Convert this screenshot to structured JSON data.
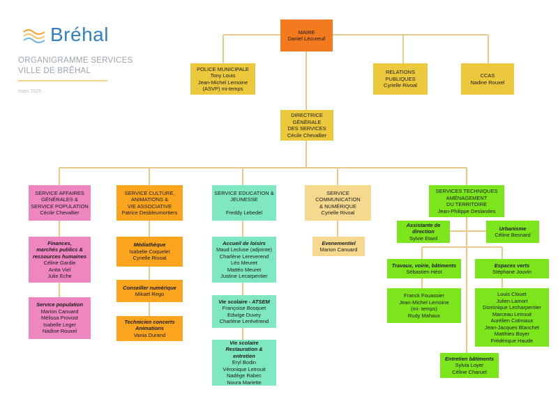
{
  "logo": {
    "text": "Bréhal",
    "icon": "waves-logo-icon"
  },
  "header": {
    "title_line1": "ORGANIGRAMME SERVICES",
    "title_line2": "VILLE DE BRÊHAL",
    "date": "mars 2025"
  },
  "colors": {
    "connector": "#e9c98a",
    "maire": "#f47a20",
    "direction": "#ecc83c",
    "service_population": "#ee86c0",
    "service_culture": "#fba51e",
    "service_education": "#7fe8c0",
    "service_communication": "#f7d88f",
    "services_techniques": "#7de51b"
  },
  "nodes": {
    "maire": {
      "lines": [
        "MAIRE",
        "Daniel Lécureuil"
      ]
    },
    "police": {
      "lines": [
        "POLICE MUNICIPALE",
        "Tony Louis",
        "Jean-Michel Lemoine",
        "(ASVP) mi-temps"
      ]
    },
    "relations": {
      "lines": [
        "RELATIONS",
        "PUBLIQUES",
        "Cyrielle Rivoal"
      ]
    },
    "ccas": {
      "lines": [
        "CCAS",
        "Nadine Rouxel"
      ]
    },
    "dgs": {
      "lines": [
        "DIRECTRICE",
        "GÉNÉRALE",
        "DES SERVICES",
        "Cécile Chevallier"
      ]
    },
    "svc_affaires": {
      "lines": [
        "SERVICE AFFAIRES",
        "GÉNÉRALES &",
        "SERVICE POPULATION",
        "Cécile Chevallier"
      ]
    },
    "finances": {
      "head": [
        "Finances,",
        "marchés publics &",
        "ressources humaines"
      ],
      "lines": [
        "Céline Gardie",
        "Anita Viel",
        "Julie Eche"
      ]
    },
    "population": {
      "head": [
        "Service population"
      ],
      "lines": [
        "Marion Canuard",
        "Mélissa Provost",
        "Isabelle Leger",
        "Nadine Rouxel"
      ]
    },
    "svc_culture": {
      "lines": [
        "SERVICE CULTURE,",
        "ANIMATIONS &",
        "VIE ASSOCIATIVE",
        "Patrice Desbleumortiers"
      ]
    },
    "mediatheque": {
      "head": [
        "Médiathèque"
      ],
      "lines": [
        "Isabelle Coquelet",
        "Cyrielle Rivoal"
      ]
    },
    "numerique": {
      "head": [
        "Conseiller numérique"
      ],
      "lines": [
        "Mikaël Rego"
      ]
    },
    "concerts": {
      "head": [
        "Technicien concerts",
        "Animations"
      ],
      "lines": [
        "Vania Durand"
      ]
    },
    "svc_education": {
      "lines": [
        "SERVICE EDUCATION &",
        "JEUNESSE",
        "",
        "Freddy Lebedel"
      ]
    },
    "loisirs": {
      "head": [
        "Accueil de loisirs"
      ],
      "lines": [
        "Maud Lecluse (adjointe)",
        "Charlène Lereverend",
        "Léo Meuret",
        "Mattéo Meuret",
        "Justine Lecarpentier"
      ]
    },
    "atsem": {
      "head": [
        "Vie scolaire - ATSEM"
      ],
      "lines": [
        "Françoise Bosquet",
        "Edwige Duvey",
        "Charlène Lerévérend"
      ]
    },
    "restauration": {
      "head": [
        "Vie scolaire",
        "Restauration & entretien"
      ],
      "lines": [
        "Eryl Bodin",
        "Véronique Letrouit",
        "Nadège Rabec",
        "Noura Mariette"
      ]
    },
    "svc_communication": {
      "lines": [
        "SERVICE",
        "COMMUNICATION",
        "& NUMÉRIQUE",
        "Cyrielle Rivoal"
      ]
    },
    "evenementiel": {
      "head": [
        "Evenementiel"
      ],
      "lines": [
        "Marion Canuard"
      ]
    },
    "svc_techniques": {
      "lines": [
        "SERVICES TECHNIQUES",
        "AMÉNAGEMENT",
        "DU TERRITOIRE",
        "Jean-Philippe Deslandes"
      ]
    },
    "assistante": {
      "head": [
        "Assistante de",
        "direction"
      ],
      "lines": [
        "Sylvie Etard"
      ]
    },
    "urbanisme": {
      "head": [
        "Urbanisme"
      ],
      "lines": [
        "Céline Besnard"
      ]
    },
    "travaux": {
      "head": [
        "Travaux, voirie, bâtiments"
      ],
      "lines": [
        "Sébastien Héot"
      ]
    },
    "travaux_team": {
      "lines": [
        "Franck Fouassier",
        "Jean-Michel Lemoine",
        "(mi- temps)",
        "Rudy Mahaux"
      ]
    },
    "espaces": {
      "head": [
        "Espaces verts"
      ],
      "lines": [
        "Stéphane Jouvin"
      ]
    },
    "espaces_team": {
      "lines": [
        "Louis Clouet",
        "Julien Lamort",
        "Dominique Lecharpentier",
        "Marceau Letrouit",
        "Aurélien Cotiniaux",
        "Jean-Jacques Blanchet",
        "Matthieu Boyer",
        "Frédérique Haude"
      ]
    },
    "entretien": {
      "head": [
        "Entretien bâtiments"
      ],
      "lines": [
        "Sylvia Loyer",
        "Céline Charuel"
      ]
    }
  }
}
